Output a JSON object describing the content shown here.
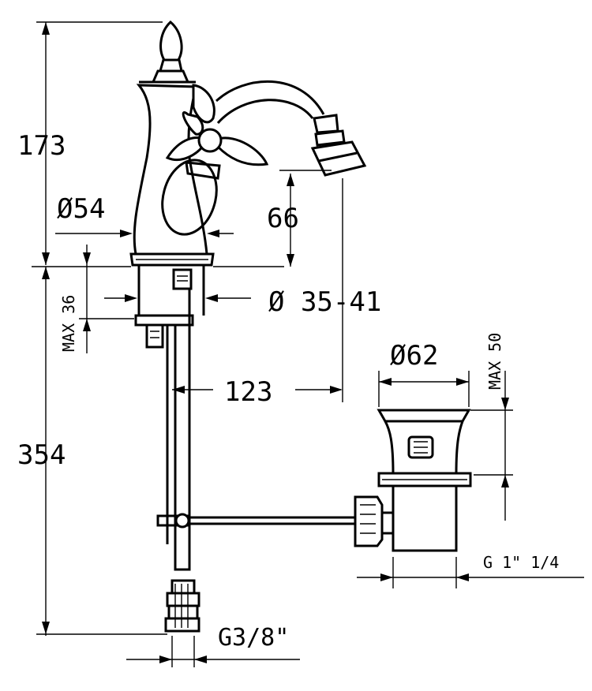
{
  "dimensions": {
    "height_top": "173",
    "height_bottom": "354",
    "diameter_base": "Ø54",
    "spout_height": "66",
    "hole_diameter": "Ø 35-41",
    "max_deck": "MAX 36",
    "spout_reach": "123",
    "waste_diameter": "Ø62",
    "waste_max": "MAX 50",
    "waste_thread": "G 1\" 1/4",
    "inlet_thread": "G3/8\""
  }
}
